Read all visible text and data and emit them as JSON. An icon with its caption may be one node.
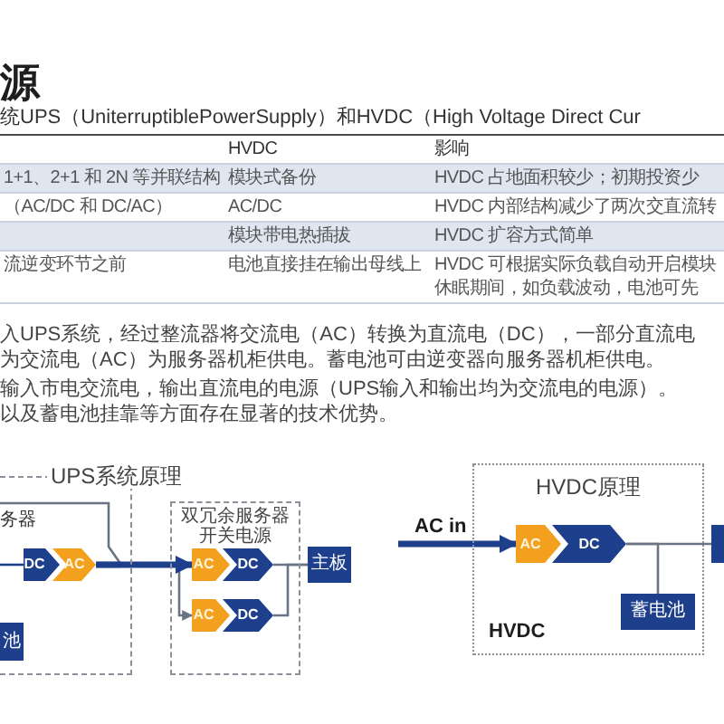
{
  "diagram": {
    "title": "源",
    "nodes": [
      {
        "text": [
          "UPS系统原理"
        ]
      },
      {
        "text": [
          "DC"
        ],
        "in": 0
      },
      {
        "text": [
          "AC"
        ],
        "in": 0
      },
      {
        "text": [
          "池"
        ],
        "in": 0
      },
      {
        "text": [
          "双冗余服务器开关电源"
        ]
      },
      {
        "text": [
          "AC"
        ],
        "in": 4
      },
      {
        "text": [
          "DC"
        ],
        "in": 4
      },
      {
        "text": [
          "AC"
        ],
        "in": 4
      },
      {
        "text": [
          "DC"
        ],
        "in": 4
      },
      {
        "text": [
          "主板"
        ]
      },
      {
        "text": [
          "HVDC原理",
          "HVDC"
        ]
      },
      {
        "text": [
          "AC"
        ],
        "in": 10
      },
      {
        "text": [
          "DC"
        ],
        "in": 10
      },
      {
        "text": [
          "蓄电池"
        ],
        "in": 10
      },
      {
        "text": [],
        "shape": "box"
      }
    ],
    "edges": [
      {
        "from": null,
        "to": 1,
        "arrow": "none",
        "color": "#1d3f8c"
      },
      {
        "from": 2,
        "to": 5,
        "arrow": "to",
        "style": "thick",
        "color": "#1d3f8c"
      },
      {
        "from": 2,
        "to": 7,
        "arrow": "to"
      },
      {
        "from": 6,
        "to": 9,
        "arrow": "none"
      },
      {
        "from": 8,
        "to": 9,
        "arrow": "none"
      },
      {
        "from": null,
        "to": 11,
        "arrow": "to",
        "label": "AC in",
        "style": "thick",
        "color": "#1d3f8c"
      },
      {
        "from": 12,
        "to": 14,
        "arrow": "none"
      },
      {
        "from": 12,
        "to": 13,
        "arrow": "none"
      },
      {
        "from": 0,
        "to": 5,
        "arrow": "to"
      }
    ],
    "labels": [
      "统UPS（UniterruptiblePowerSupply）和HVDC（High Voltage Direct Cur",
      "HVDC",
      "影响",
      "1+1、2+1 和 2N 等并联结构",
      "模块式备份",
      "HVDC 占地面积较少；初期投资少",
      "（AC/DC 和 DC/AC）",
      "AC/DC",
      "HVDC 内部结构减少了两次交直流转",
      "模块带电热插拔",
      "HVDC 扩容方式简单",
      "流逆变环节之前",
      "电池直接挂在输出母线上",
      "HVDC 可根据实际负载自动开启模块休眠期间，如负载波动，电池可先",
      "入UPS系统，经过整流器将交流电（AC）转换为直流电（DC），一部分直流电",
      "为交流电（AC）为服务器机柜供电。蓄电池可由逆变器向服务器机柜供电。",
      "输入市电交流电，输出直流电的电源（UPS输入和输出均为交流电的电源）。",
      "以及蓄电池挂靠等方面存在显著的技术优势。",
      "务器"
    ]
  }
}
